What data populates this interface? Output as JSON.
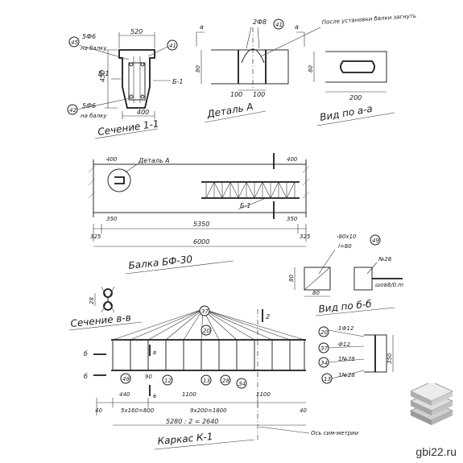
{
  "section_1_1": {
    "title": "Сечение 1-1",
    "callouts": [
      {
        "num": "45",
        "text": "5Ф6",
        "sub": "на балку"
      },
      {
        "num": "41",
        "text": "",
        "sub": ""
      },
      {
        "num": "42",
        "text": "5Ф6",
        "sub": "на балку"
      }
    ],
    "dims": [
      "520",
      "450",
      "400"
    ],
    "cuts": [
      "Б-1",
      "Б-1"
    ]
  },
  "detail_a": {
    "title": "Деталь А",
    "marks": [
      "а",
      "а"
    ],
    "rebar": "2Ф8",
    "callout": "41",
    "dims": [
      "80",
      "100",
      "100"
    ],
    "note": "После установки балки загнуть"
  },
  "view_a_a": {
    "title": "Вид по а-а",
    "dims": [
      "80",
      "200"
    ]
  },
  "beam": {
    "title": "Балка БФ-30",
    "detail_label": "Деталь А",
    "dims": [
      "400",
      "400",
      "350",
      "350",
      "325",
      "325",
      "5350",
      "6000"
    ],
    "cut": "Б-1"
  },
  "view_b_b": {
    "title": "Вид по б-б",
    "plate": "-80х10",
    "plate_len": "l=80",
    "callout": "49",
    "rebar": "№28",
    "weld": "шов8/0.m",
    "dims": [
      "80",
      "80"
    ]
  },
  "section_v_v": {
    "title": "Сечение в-в",
    "dim": "28"
  },
  "cage": {
    "title": "Каркас К-1",
    "tags": [
      "37",
      "20",
      "13",
      "34",
      "49",
      "12",
      "28",
      "37",
      "34",
      "13"
    ],
    "cuts": [
      "б",
      "б",
      "в",
      "в",
      "2"
    ],
    "dims": [
      "40",
      "440",
      "90",
      "1100",
      "5х160=800",
      "9х200=1800",
      "1100",
      "5280 : 2 = 2640",
      "40",
      "350"
    ],
    "spec": [
      {
        "num": "20",
        "text": "1Ф12"
      },
      {
        "num": "37",
        "text": "Ф12"
      },
      {
        "num": "34",
        "text": "1№28"
      },
      {
        "num": "13",
        "text": "1№28"
      }
    ],
    "axis_note": "Ось сим-метрии"
  },
  "watermark": "gbi22.ru",
  "logo": "gbi22-logo-icon"
}
